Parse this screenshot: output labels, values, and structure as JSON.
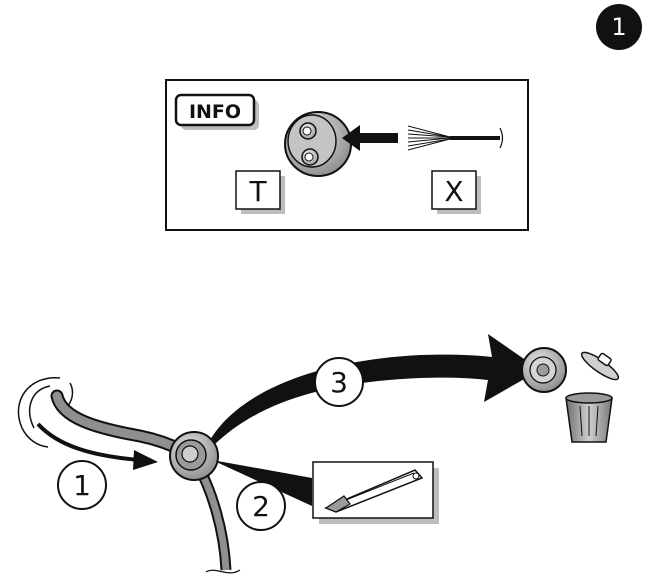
{
  "page_step": "1",
  "info_panel": {
    "tag": "INFO",
    "label_left": "T",
    "label_right": "X"
  },
  "steps": {
    "step1": "1",
    "step2": "2",
    "step3": "3"
  },
  "colors": {
    "ink": "#111111",
    "cable": "#8f8f8f",
    "grommet": "#a9a9a9",
    "shadow": "#b9b9b9",
    "bin": "#8a8a8a"
  }
}
